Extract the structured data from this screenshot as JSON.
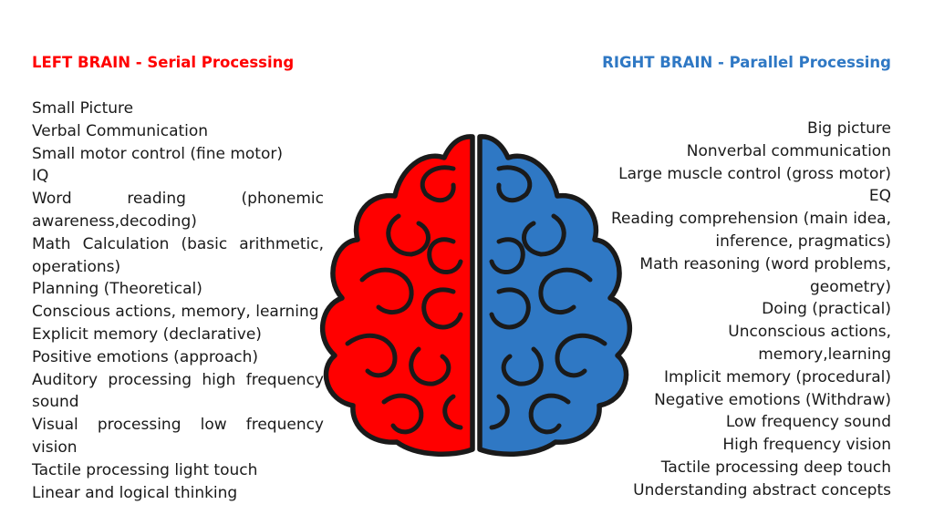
{
  "left": {
    "heading": "LEFT BRAIN - Serial Processing",
    "color": "#ff0000",
    "items": [
      "Small Picture",
      "Verbal Communication",
      "Small motor control (fine motor)",
      "IQ",
      "Word reading (phonemic awareness,decoding)",
      "Math Calculation (basic arithmetic, operations)",
      "Planning (Theoretical)",
      "Conscious actions, memory, learning",
      "Explicit memory (declarative)",
      "Positive emotions (approach)",
      "Auditory processing high frequency sound",
      "Visual processing low frequency vision",
      "Tactile processing light touch",
      "Linear and logical thinking"
    ]
  },
  "right": {
    "heading": "RIGHT BRAIN - Parallel Processing",
    "color": "#2f78c4",
    "items": [
      "Big picture",
      "Nonverbal communication",
      "Large muscle control (gross motor)",
      "EQ",
      "Reading comprehension (main idea, inference, pragmatics)",
      "Math reasoning (word problems, geometry)",
      "Doing (practical)",
      "Unconscious actions, memory,learning",
      "Implicit memory (procedural)",
      "Negative emotions (Withdraw)",
      "Low frequency sound",
      "High frequency vision",
      "Tactile processing deep touch",
      "Understanding abstract concepts"
    ]
  },
  "brain": {
    "icon": "brain-hemispheres-icon",
    "left_color": "#ff0000",
    "right_color": "#2f78c4"
  }
}
